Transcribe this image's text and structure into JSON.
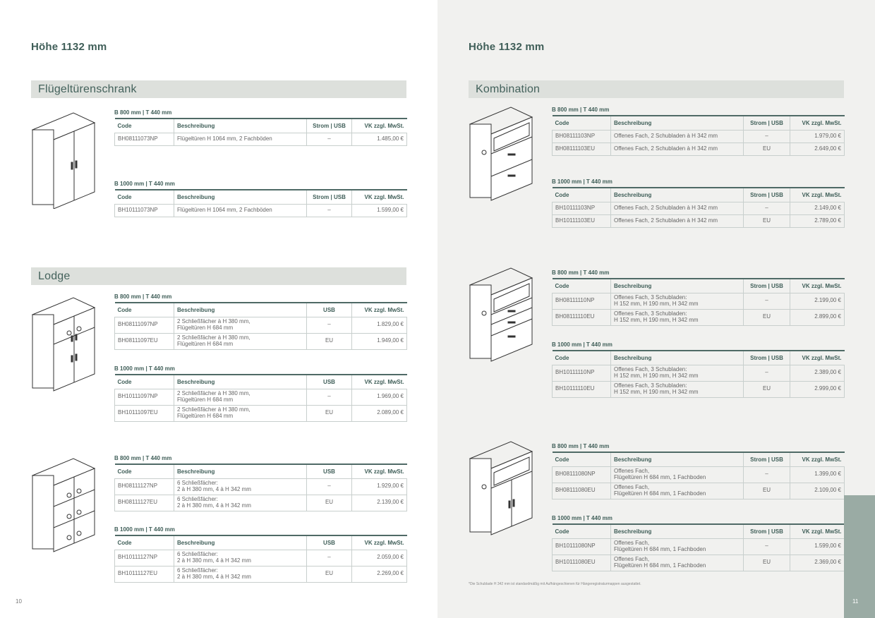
{
  "left": {
    "hoehe": "Höhe 1132 mm",
    "page_number": "10",
    "sections": [
      {
        "title": "Flügeltürenschrank"
      },
      {
        "title": "Lodge"
      }
    ]
  },
  "right": {
    "hoehe": "Höhe 1132 mm",
    "page_number": "11",
    "section_title": "Kombination",
    "footnote": "*Die Schublade H 342 mm ist standardmäßig mit Aufhängeschienen für Hängeregistraturmappen ausgestattet."
  },
  "headers": {
    "code": "Code",
    "beschreibung": "Beschreibung",
    "strom_usb": "Strom | USB",
    "usb": "USB",
    "vk": "VK zzgl. MwSt."
  },
  "tables": {
    "fluegel_800": {
      "dims": "B 800 mm | T 440 mm",
      "rows": [
        {
          "code": "BH08111073NP",
          "desc1": "Flügeltüren H 1064 mm, 2 Fachböden",
          "desc2": "",
          "strom": "–",
          "price": "1.485,00 €"
        }
      ]
    },
    "fluegel_1000": {
      "dims": "B 1000 mm | T 440 mm",
      "rows": [
        {
          "code": "BH10111073NP",
          "desc1": "Flügeltüren H 1064 mm, 2 Fachböden",
          "desc2": "",
          "strom": "–",
          "price": "1.599,00 €"
        }
      ]
    },
    "lodge_800": {
      "dims": "B 800 mm | T 440 mm",
      "rows": [
        {
          "code": "BH08111097NP",
          "desc1": "2 Schließfächer à H 380 mm,",
          "desc2": "Flügeltüren H 684 mm",
          "strom": "–",
          "price": "1.829,00 €"
        },
        {
          "code": "BH08111097EU",
          "desc1": "2 Schließfächer à H 380 mm,",
          "desc2": "Flügeltüren H 684 mm",
          "strom": "EU",
          "price": "1.949,00 €"
        }
      ]
    },
    "lodge_1000": {
      "dims": "B 1000 mm | T 440 mm",
      "rows": [
        {
          "code": "BH10111097NP",
          "desc1": "2 Schließfächer à H 380 mm,",
          "desc2": "Flügeltüren H 684 mm",
          "strom": "–",
          "price": "1.969,00 €"
        },
        {
          "code": "BH10111097EU",
          "desc1": "2 Schließfächer à H 380 mm,",
          "desc2": "Flügeltüren H 684 mm",
          "strom": "EU",
          "price": "2.089,00 €"
        }
      ]
    },
    "lodge6_800": {
      "dims": "B 800 mm | T 440 mm",
      "rows": [
        {
          "code": "BH08111127NP",
          "desc1": "6 Schließfächer:",
          "desc2": "2 à H 380 mm, 4 à H 342 mm",
          "strom": "–",
          "price": "1.929,00 €"
        },
        {
          "code": "BH08111127EU",
          "desc1": "6 Schließfächer:",
          "desc2": "2 à H 380 mm, 4 à H 342 mm",
          "strom": "EU",
          "price": "2.139,00 €"
        }
      ]
    },
    "lodge6_1000": {
      "dims": "B 1000 mm | T 440 mm",
      "rows": [
        {
          "code": "BH10111127NP",
          "desc1": "6 Schließfächer:",
          "desc2": "2 à H 380 mm, 4 à H 342 mm",
          "strom": "–",
          "price": "2.059,00 €"
        },
        {
          "code": "BH10111127EU",
          "desc1": "6 Schließfächer:",
          "desc2": "2 à H 380 mm, 4 à H 342 mm",
          "strom": "EU",
          "price": "2.269,00 €"
        }
      ]
    },
    "komb1_800": {
      "dims": "B 800 mm | T 440 mm",
      "rows": [
        {
          "code": "BH08111103NP",
          "desc1": "Offenes Fach, 2 Schubladen à H 342 mm",
          "desc2": "",
          "strom": "–",
          "price": "1.979,00 €"
        },
        {
          "code": "BH08111103EU",
          "desc1": "Offenes Fach, 2 Schubladen à H 342 mm",
          "desc2": "",
          "strom": "EU",
          "price": "2.649,00 €"
        }
      ]
    },
    "komb1_1000": {
      "dims": "B 1000 mm | T 440 mm",
      "rows": [
        {
          "code": "BH10111103NP",
          "desc1": "Offenes Fach, 2 Schubladen à H 342 mm",
          "desc2": "",
          "strom": "–",
          "price": "2.149,00 €"
        },
        {
          "code": "BH10111103EU",
          "desc1": "Offenes Fach, 2 Schubladen à H 342 mm",
          "desc2": "",
          "strom": "EU",
          "price": "2.789,00 €"
        }
      ]
    },
    "komb2_800": {
      "dims": "B 800 mm | T 440 mm",
      "rows": [
        {
          "code": "BH08111110NP",
          "desc1": "Offenes Fach, 3 Schubladen:",
          "desc2": "H 152 mm, H 190 mm, H 342 mm",
          "strom": "–",
          "price": "2.199,00 €"
        },
        {
          "code": "BH08111110EU",
          "desc1": "Offenes Fach, 3 Schubladen:",
          "desc2": "H 152 mm, H 190 mm, H 342 mm",
          "strom": "EU",
          "price": "2.899,00 €"
        }
      ]
    },
    "komb2_1000": {
      "dims": "B 1000 mm | T 440 mm",
      "rows": [
        {
          "code": "BH10111110NP",
          "desc1": "Offenes Fach, 3 Schubladen:",
          "desc2": "H 152 mm, H 190 mm, H 342 mm",
          "strom": "–",
          "price": "2.389,00 €"
        },
        {
          "code": "BH10111110EU",
          "desc1": "Offenes Fach, 3 Schubladen:",
          "desc2": "H 152 mm, H 190 mm, H 342 mm",
          "strom": "EU",
          "price": "2.999,00 €"
        }
      ]
    },
    "komb3_800": {
      "dims": "B 800 mm | T 440 mm",
      "rows": [
        {
          "code": "BH08111080NP",
          "desc1": "Offenes Fach,",
          "desc2": "Flügeltüren H 684 mm, 1 Fachboden",
          "strom": "–",
          "price": "1.399,00 €"
        },
        {
          "code": "BH08111080EU",
          "desc1": "Offenes Fach,",
          "desc2": "Flügeltüren H 684 mm, 1 Fachboden",
          "strom": "EU",
          "price": "2.109,00 €"
        }
      ]
    },
    "komb3_1000": {
      "dims": "B 1000 mm | T 440 mm",
      "rows": [
        {
          "code": "BH10111080NP",
          "desc1": "Offenes Fach,",
          "desc2": "Flügeltüren H 684 mm, 1 Fachboden",
          "strom": "–",
          "price": "1.599,00 €"
        },
        {
          "code": "BH10111080EU",
          "desc1": "Offenes Fach,",
          "desc2": "Flügeltüren H 684 mm, 1 Fachboden",
          "strom": "EU",
          "price": "2.369,00 €"
        }
      ]
    }
  }
}
